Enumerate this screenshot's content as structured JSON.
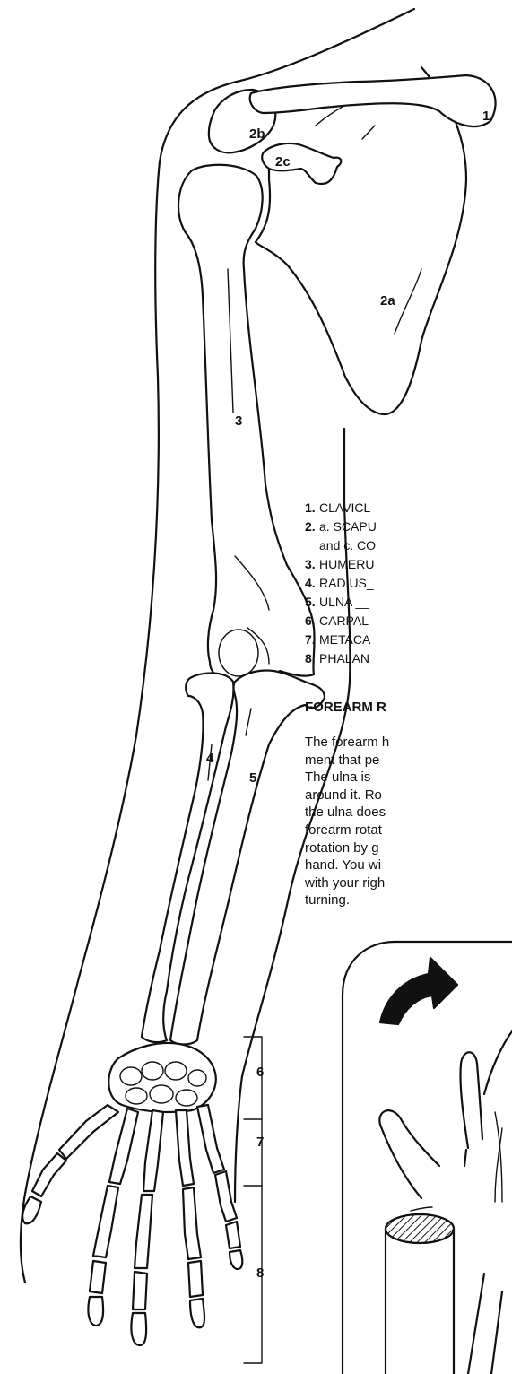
{
  "figure_labels": {
    "clavicle": "1",
    "scapula": "2a",
    "acromion": "2b",
    "coracoid": "2c",
    "humerus": "3",
    "radius": "4",
    "ulna": "5",
    "carpals": "6",
    "metacarpals": "7",
    "phalanges": "8"
  },
  "legend": [
    {
      "num": "1.",
      "text": "CLAVICL"
    },
    {
      "num": "2.",
      "text": "a. SCAPU",
      "cont": "and c. CO"
    },
    {
      "num": "3.",
      "text": "HUMERU"
    },
    {
      "num": "4.",
      "text": "RADIUS_"
    },
    {
      "num": "5.",
      "text": "ULNA  __"
    },
    {
      "num": "6.",
      "text": "CARPAL"
    },
    {
      "num": "7.",
      "text": "METACA"
    },
    {
      "num": "8.",
      "text": "PHALAN"
    }
  ],
  "section_heading": "FOREARM R",
  "paragraph_lines": [
    "The forearm h",
    "ment that pe",
    "The ulna is",
    "around it. Ro",
    "the ulna does",
    "forearm rotat",
    "rotation by g",
    "hand. You wi",
    "with your righ",
    "turning."
  ]
}
